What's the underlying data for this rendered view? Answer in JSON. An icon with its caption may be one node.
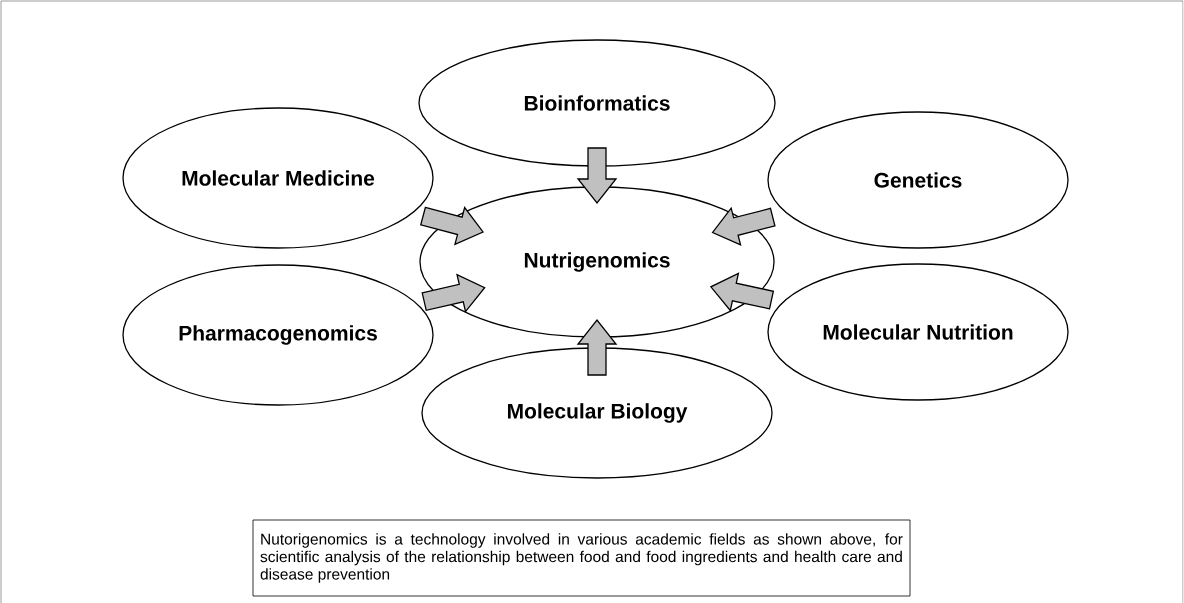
{
  "diagram": {
    "nodes": [
      {
        "text": [
          "Bioinformatics"
        ]
      },
      {
        "text": [
          "Molecular Medicine"
        ]
      },
      {
        "text": [
          "Genetics"
        ]
      },
      {
        "text": [
          "Nutrigenomics"
        ]
      },
      {
        "text": [
          "Pharmacogenomics"
        ]
      },
      {
        "text": [
          "Molecular Nutrition"
        ]
      },
      {
        "text": [
          "Molecular Biology"
        ]
      },
      {
        "text": [
          "Nutorigenomics is a technology involved in various academic fields as shown above, for scientific analysis of the relationship between food and food ingredients and health care and disease prevention"
        ]
      }
    ],
    "edges": [
      {
        "from": 0,
        "to": 3,
        "arrow": "to"
      },
      {
        "from": 1,
        "to": 3,
        "arrow": "to"
      },
      {
        "from": 2,
        "to": 3,
        "arrow": "to"
      },
      {
        "from": 4,
        "to": 3,
        "arrow": "to"
      },
      {
        "from": 5,
        "to": 3,
        "arrow": "to"
      },
      {
        "from": 6,
        "to": 3,
        "arrow": "to"
      }
    ]
  }
}
